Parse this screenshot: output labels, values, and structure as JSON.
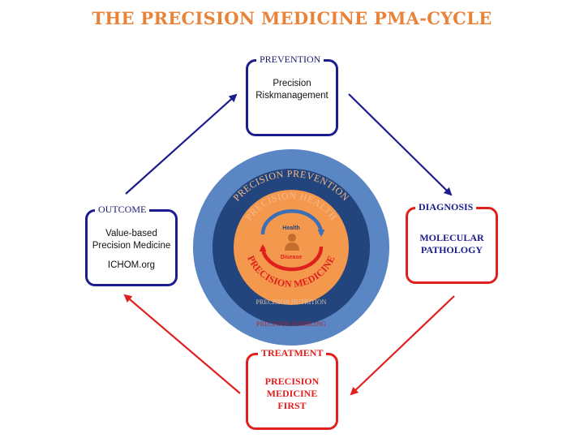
{
  "title": "THE PRECISION MEDICINE PMA-CYCLE",
  "colors": {
    "title": "#e8843a",
    "blue": "#1c1c8f",
    "red": "#e0201e",
    "outer_ring": "#5a87c4",
    "middle_ring": "#23457e",
    "inner_circle": "#f3984d"
  },
  "boxes": {
    "prevention": {
      "label": "PREVENTION",
      "line1": "Precision",
      "line2": "Riskmanagement"
    },
    "diagnosis": {
      "label": "DIAGNOSIS",
      "line1": "MOLECULAR",
      "line2": "PATHOLOGY"
    },
    "treatment": {
      "label": "TREATMENT",
      "line1": "PRECISION",
      "line2": "MEDICINE",
      "line3": "FIRST"
    },
    "outcome": {
      "label": "OUTCOME",
      "line1": "Value-based",
      "line2": "Precision Medicine",
      "line3": "ICHOM.org"
    }
  },
  "circle": {
    "outer_ring": "PRECISION PREVENTION",
    "middle_ring": "PRECISION HEALTH",
    "inner_ring": "PRECISION MEDICINE",
    "nutrition": "PRECISION NUTRITION",
    "handling": "PRECISION HANDLING",
    "health": "Health",
    "disease": "Disease",
    "icon": "person-icon"
  }
}
